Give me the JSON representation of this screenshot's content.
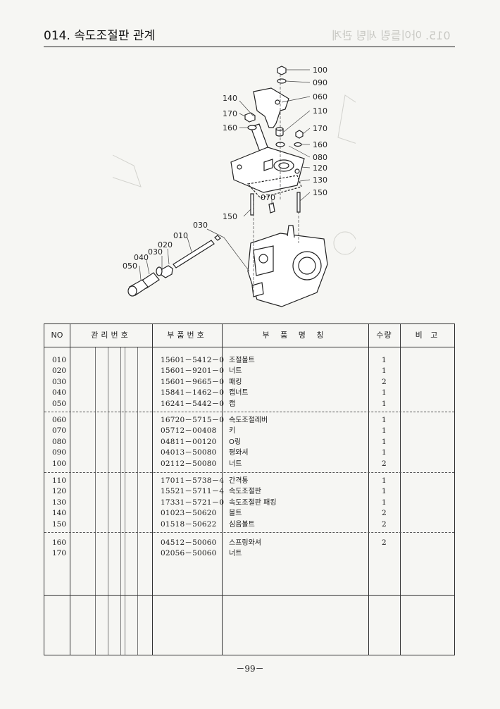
{
  "header": {
    "title": "014. 속도조절판 관계",
    "ghost": "015. 아이들링 세팅 관계"
  },
  "diagram": {
    "labels": [
      "100",
      "090",
      "060",
      "110",
      "170",
      "160",
      "080",
      "120",
      "130",
      "150",
      "140",
      "170",
      "160",
      "150",
      "070",
      "030",
      "010",
      "020",
      "030",
      "040",
      "050"
    ]
  },
  "table": {
    "columns": {
      "no": "NO",
      "mgmt": "관리번호",
      "part_no": "부품번호",
      "name": "부 품 명 칭",
      "qty": "수량",
      "remark": "비 고"
    },
    "groups": [
      [
        {
          "no": "010",
          "part_no": "15601－5412－0",
          "name": "조절볼트",
          "qty": "1"
        },
        {
          "no": "020",
          "part_no": "15601－9201－0",
          "name": "너트",
          "qty": "1"
        },
        {
          "no": "030",
          "part_no": "15601－9665－0",
          "name": "패킹",
          "qty": "2"
        },
        {
          "no": "040",
          "part_no": "15841－1462－0",
          "name": "캡너트",
          "qty": "1"
        },
        {
          "no": "050",
          "part_no": "16241－5442－0",
          "name": "캡",
          "qty": "1"
        }
      ],
      [
        {
          "no": "060",
          "part_no": "16720－5715－0",
          "name": "속도조절레버",
          "qty": "1"
        },
        {
          "no": "070",
          "part_no": "05712－00408",
          "name": "키",
          "qty": "1"
        },
        {
          "no": "080",
          "part_no": "04811－00120",
          "name": "O링",
          "qty": "1"
        },
        {
          "no": "090",
          "part_no": "04013－50080",
          "name": "평와셔",
          "qty": "1"
        },
        {
          "no": "100",
          "part_no": "02112－50080",
          "name": "너트",
          "qty": "2"
        }
      ],
      [
        {
          "no": "110",
          "part_no": "17011－5738－4",
          "name": "간격통",
          "qty": "1"
        },
        {
          "no": "120",
          "part_no": "15521－5711－4",
          "name": "속도조절판",
          "qty": "1"
        },
        {
          "no": "130",
          "part_no": "17331－5721－0",
          "name": "속도조절판 패킹",
          "qty": "1"
        },
        {
          "no": "140",
          "part_no": "01023－50620",
          "name": "볼트",
          "qty": "2"
        },
        {
          "no": "150",
          "part_no": "01518－50622",
          "name": "심음볼트",
          "qty": "2"
        }
      ],
      [
        {
          "no": "160",
          "part_no": "04512－50060",
          "name": "스프링와셔",
          "qty": "2"
        },
        {
          "no": "170",
          "part_no": "02056－50060",
          "name": "너트",
          "qty": ""
        }
      ]
    ]
  },
  "footer": {
    "page": "－99－"
  },
  "colors": {
    "ink": "#1a1a1a",
    "paper": "#f6f6f3",
    "ghost": "#c9c9c4"
  }
}
